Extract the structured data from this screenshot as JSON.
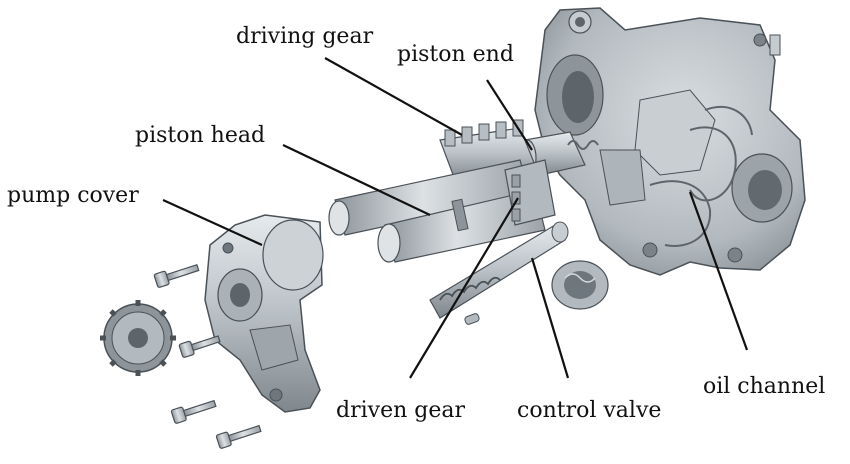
{
  "labels": {
    "driving_gear": "driving gear",
    "piston_end": "piston end",
    "piston_head": "piston head",
    "pump_cover": "pump cover",
    "driven_gear": "driven gear",
    "control_valve": "control valve",
    "oil_channel": "oil channel"
  },
  "colors": {
    "metal_light": "#d3d8dc",
    "metal_mid": "#aab1b7",
    "metal_dark": "#6f777e",
    "outline": "#4a5157",
    "leader": "#111111"
  }
}
